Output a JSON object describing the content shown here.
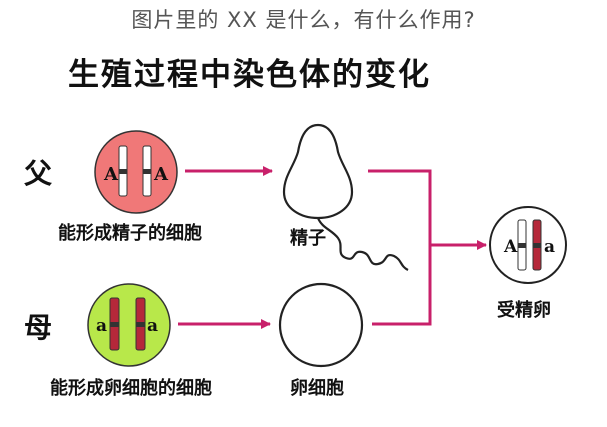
{
  "question": "图片里的 XX 是什么，有什么作用?",
  "title": "生殖过程中染色体的变化",
  "father": {
    "label": "父",
    "cell_caption": "能形成精子的细胞",
    "allele_left": "A",
    "allele_right": "A",
    "cell_color": "#f07878",
    "chromosome_color": "#ffffff"
  },
  "mother": {
    "label": "母",
    "cell_caption": "能形成卵细胞的细胞",
    "allele_left": "a",
    "allele_right": "a",
    "cell_color": "#b8e84a",
    "chromosome_color": "#b5283a"
  },
  "sperm": {
    "caption": "精子"
  },
  "egg": {
    "caption": "卵细胞"
  },
  "zygote": {
    "caption": "受精卵",
    "allele_left": "A",
    "allele_right": "a"
  },
  "arrow_color": "#c8206a"
}
